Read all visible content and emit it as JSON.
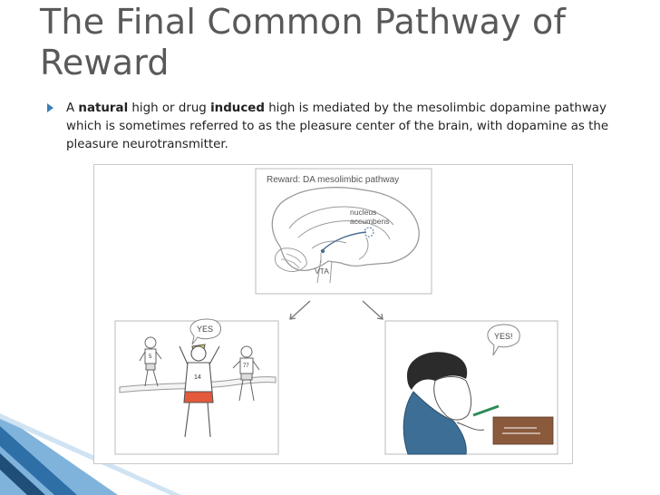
{
  "slide": {
    "title": "The Final Common Pathway of Reward",
    "bullet": {
      "parts": [
        {
          "text": "A ",
          "bold": false
        },
        {
          "text": "natural",
          "bold": true
        },
        {
          "text": " high or drug ",
          "bold": false
        },
        {
          "text": "induced",
          "bold": true
        },
        {
          "text": " high is mediated by the mesolimbic dopamine pathway which is sometimes referred to as the pleasure center of the brain, with dopamine as the pleasure neurotransmitter.",
          "bold": false
        }
      ]
    }
  },
  "figure": {
    "header": "Reward: DA mesolimbic pathway",
    "label_nucleus_1": "nucleus",
    "label_nucleus_2": "accumbens",
    "label_vta": "VTA",
    "runner_bubble": "YES",
    "person_bubble": "YES!",
    "bib_front": "14",
    "bib_left": "5",
    "bib_right": "77"
  },
  "colors": {
    "title": "#595959",
    "bullet_marker": "#3b7fb5",
    "accent_blue": "#5b9bd5",
    "accent_dark": "#1f4e79"
  }
}
